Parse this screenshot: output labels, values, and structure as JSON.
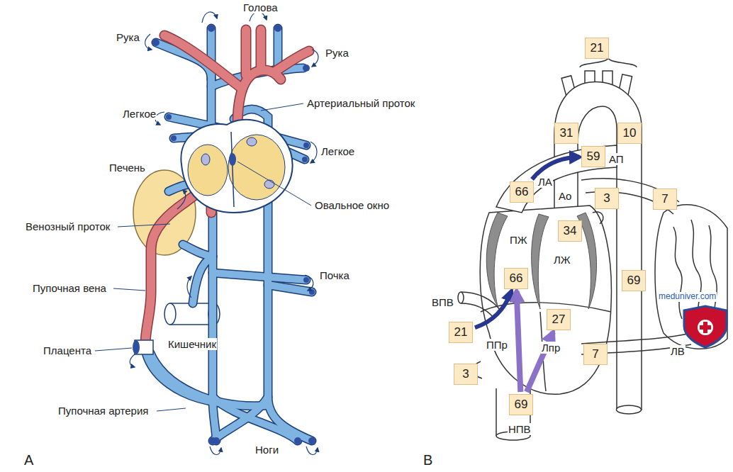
{
  "diagram": {
    "nodes": [
      {
        "text": [
          "21"
        ]
      },
      {
        "text": [
          "31"
        ]
      },
      {
        "text": [
          "10"
        ]
      },
      {
        "text": [
          "59"
        ]
      },
      {
        "text": [
          "66"
        ]
      },
      {
        "text": [
          "3"
        ]
      },
      {
        "text": [
          "7"
        ]
      },
      {
        "text": [
          "34"
        ]
      },
      {
        "text": [
          "66"
        ]
      },
      {
        "text": [
          "69"
        ]
      },
      {
        "text": [
          "21"
        ]
      },
      {
        "text": [
          "27"
        ]
      },
      {
        "text": [
          "3"
        ]
      },
      {
        "text": [
          "7"
        ]
      },
      {
        "text": [
          "69"
        ]
      }
    ],
    "edges": [
      {
        "from": 4,
        "to": 3,
        "arrow": "to"
      },
      {
        "from": 10,
        "to": 8,
        "arrow": "to"
      },
      {
        "from": 14,
        "to": 8,
        "arrow": "to"
      },
      {
        "from": 14,
        "to": 11,
        "arrow": "to"
      }
    ],
    "labels": [
      "Голова",
      "Рука",
      "Рука",
      "Артериальный проток",
      "Легкое",
      "Легкое",
      "Печень",
      "Овальное окно",
      "Венозный проток",
      "Почка",
      "Пупочная вена",
      "Кишечник",
      "Плацента",
      "Пупочная артерия",
      "Ноги",
      "A",
      "АП",
      "ЛА",
      "Ао",
      "ПЖ",
      "ЛЖ",
      "ВПВ",
      "meduniver.com",
      "ППр",
      "Лпр",
      "ЛВ",
      "НПВ",
      "B"
    ]
  }
}
